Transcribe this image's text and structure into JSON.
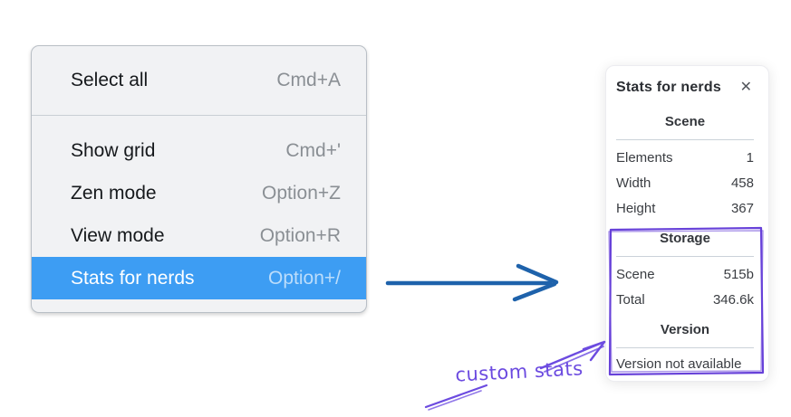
{
  "context_menu": {
    "items": [
      {
        "label": "Select all",
        "shortcut": "Cmd+A",
        "selected": false
      },
      {
        "label": "Show grid",
        "shortcut": "Cmd+'",
        "selected": false
      },
      {
        "label": "Zen mode",
        "shortcut": "Option+Z",
        "selected": false
      },
      {
        "label": "View mode",
        "shortcut": "Option+R",
        "selected": false
      },
      {
        "label": "Stats for nerds",
        "shortcut": "Option+/",
        "selected": true
      }
    ]
  },
  "stats_panel": {
    "title": "Stats for nerds",
    "close_icon_glyph": "✕",
    "sections": [
      {
        "heading": "Scene",
        "rows": [
          {
            "label": "Elements",
            "value": "1"
          },
          {
            "label": "Width",
            "value": "458"
          },
          {
            "label": "Height",
            "value": "367"
          }
        ]
      },
      {
        "heading": "Storage",
        "rows": [
          {
            "label": "Scene",
            "value": "515b"
          },
          {
            "label": "Total",
            "value": "346.6k"
          }
        ]
      },
      {
        "heading": "Version",
        "rows": [],
        "note": "Version not available"
      }
    ]
  },
  "annotation": {
    "label": "custom stats"
  },
  "colors": {
    "menu_highlight_blue": "#3d9df3",
    "pointer_arrow_blue": "#1e62ab",
    "annotation_purple": "#6c4be0",
    "highlight_box_purple": "#6741d9"
  }
}
